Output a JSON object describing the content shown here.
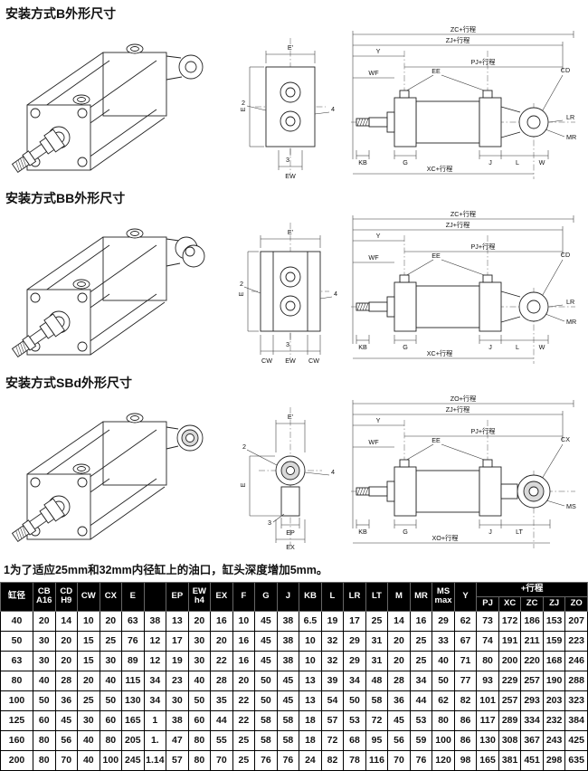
{
  "sections": [
    {
      "title": "安装方式B外形尺寸",
      "mid": {
        "top": "E'",
        "left": "E",
        "n2": "2",
        "n4": "4",
        "n3": "3",
        "ew": "EW"
      },
      "right": {
        "zc": "ZC+行程",
        "zj": "ZJ+行程",
        "y": "Y",
        "pj": "PJ+行程",
        "wf": "WF",
        "ee": "EE",
        "cd": "CD",
        "lr": "LR",
        "mr": "MR",
        "kb": "KB",
        "g": "G",
        "j": "J",
        "l": "L",
        "w": "W",
        "xc": "XC+行程"
      }
    },
    {
      "title": "安装方式BB外形尺寸",
      "mid": {
        "top": "E'",
        "left": "E",
        "n2": "2",
        "n4": "4",
        "n3": "3",
        "cw_l": "CW",
        "ew": "EW",
        "cw_r": "CW"
      },
      "right": {
        "zc": "ZC+行程",
        "zj": "ZJ+行程",
        "y": "Y",
        "pj": "PJ+行程",
        "wf": "WF",
        "ee": "EE",
        "cd": "CD",
        "lr": "LR",
        "mr": "MR",
        "kb": "KB",
        "g": "G",
        "j": "J",
        "l": "L",
        "w": "W",
        "xc": "XC+行程"
      }
    },
    {
      "title": "安装方式SBd外形尺寸",
      "mid": {
        "top": "E'",
        "left": "E",
        "n2": "2",
        "n4": "4",
        "n3": "3",
        "ep": "EP",
        "ex": "EX"
      },
      "right": {
        "zo": "ZO+行程",
        "zj": "ZJ+行程",
        "y": "Y",
        "pj": "PJ+行程",
        "wf": "WF",
        "ee": "EE",
        "cx": "CX",
        "ms": "MS",
        "kb": "KB",
        "g": "G",
        "j": "J",
        "lt": "LT",
        "xo": "XO+行程"
      }
    }
  ],
  "note": "1为了适应25mm和32mm内径缸上的油口，缸头深度增加5mm。",
  "table": {
    "col_headers": [
      {
        "l1": "缸径",
        "l2": ""
      },
      {
        "l1": "CB",
        "l2": "A16"
      },
      {
        "l1": "CD",
        "l2": "H9"
      },
      {
        "l1": "CW",
        "l2": ""
      },
      {
        "l1": "CX",
        "l2": ""
      },
      {
        "l1": "E",
        "l2": ""
      },
      {
        "l1": "",
        "l2": ""
      },
      {
        "l1": "EP",
        "l2": ""
      },
      {
        "l1": "EW",
        "l2": "h4"
      },
      {
        "l1": "EX",
        "l2": ""
      },
      {
        "l1": "F",
        "l2": ""
      },
      {
        "l1": "G",
        "l2": ""
      },
      {
        "l1": "J",
        "l2": ""
      },
      {
        "l1": "KB",
        "l2": ""
      },
      {
        "l1": "L",
        "l2": ""
      },
      {
        "l1": "LR",
        "l2": ""
      },
      {
        "l1": "LT",
        "l2": ""
      },
      {
        "l1": "M",
        "l2": ""
      },
      {
        "l1": "MR",
        "l2": ""
      },
      {
        "l1": "MS",
        "l2": "max"
      },
      {
        "l1": "Y",
        "l2": ""
      }
    ],
    "stroke_group": "+行程",
    "stroke_cols": [
      "PJ",
      "XC",
      "ZC",
      "ZJ",
      "ZO"
    ],
    "rows": [
      [
        "40",
        "20",
        "14",
        "10",
        "20",
        "63",
        "38",
        "13",
        "20",
        "16",
        "10",
        "45",
        "38",
        "6.5",
        "19",
        "17",
        "25",
        "14",
        "16",
        "29",
        "62",
        "73",
        "172",
        "186",
        "153",
        "207"
      ],
      [
        "50",
        "30",
        "20",
        "15",
        "25",
        "76",
        "12",
        "17",
        "30",
        "20",
        "16",
        "45",
        "38",
        "10",
        "32",
        "29",
        "31",
        "20",
        "25",
        "33",
        "67",
        "74",
        "191",
        "211",
        "159",
        "223"
      ],
      [
        "63",
        "30",
        "20",
        "15",
        "30",
        "89",
        "12",
        "19",
        "30",
        "22",
        "16",
        "45",
        "38",
        "10",
        "32",
        "29",
        "31",
        "20",
        "25",
        "40",
        "71",
        "80",
        "200",
        "220",
        "168",
        "246"
      ],
      [
        "80",
        "40",
        "28",
        "20",
        "40",
        "115",
        "34",
        "23",
        "40",
        "28",
        "20",
        "50",
        "45",
        "13",
        "39",
        "34",
        "48",
        "28",
        "34",
        "50",
        "77",
        "93",
        "229",
        "257",
        "190",
        "288"
      ],
      [
        "100",
        "50",
        "36",
        "25",
        "50",
        "130",
        "34",
        "30",
        "50",
        "35",
        "22",
        "50",
        "45",
        "13",
        "54",
        "50",
        "58",
        "36",
        "44",
        "62",
        "82",
        "101",
        "257",
        "293",
        "203",
        "323"
      ],
      [
        "125",
        "60",
        "45",
        "30",
        "60",
        "165",
        "1",
        "38",
        "60",
        "44",
        "22",
        "58",
        "58",
        "18",
        "57",
        "53",
        "72",
        "45",
        "53",
        "80",
        "86",
        "117",
        "289",
        "334",
        "232",
        "384"
      ],
      [
        "160",
        "80",
        "56",
        "40",
        "80",
        "205",
        "1.",
        "47",
        "80",
        "55",
        "25",
        "58",
        "58",
        "18",
        "72",
        "68",
        "95",
        "56",
        "59",
        "100",
        "86",
        "130",
        "308",
        "367",
        "243",
        "425"
      ],
      [
        "200",
        "80",
        "70",
        "40",
        "100",
        "245",
        "1.14",
        "57",
        "80",
        "70",
        "25",
        "76",
        "76",
        "24",
        "82",
        "78",
        "116",
        "70",
        "76",
        "120",
        "98",
        "165",
        "381",
        "451",
        "298",
        "635"
      ]
    ]
  }
}
